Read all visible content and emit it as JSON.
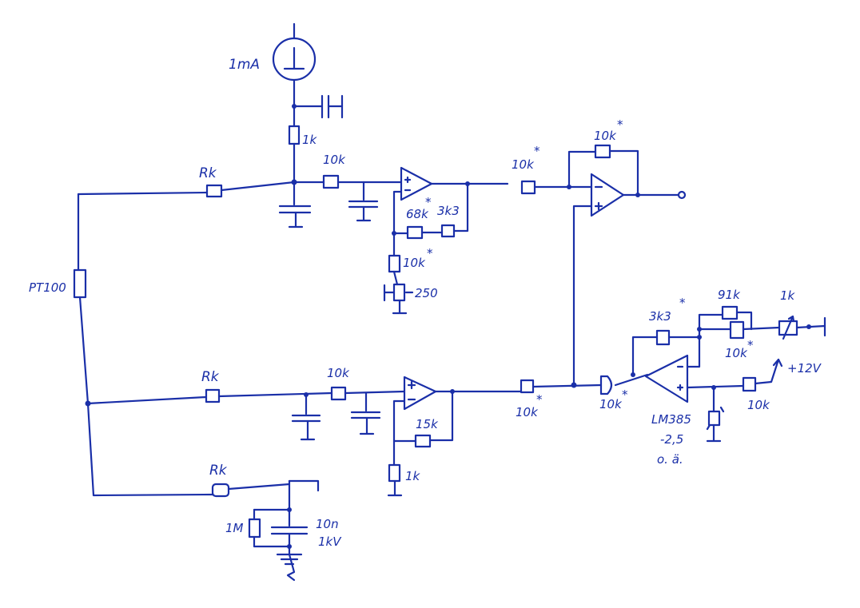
{
  "ink_color": "#1a2fa8",
  "labels": {
    "current_source": "1mA",
    "r_source": "1k",
    "rk_top": "Rk",
    "r_in_top": "10k",
    "r_fb_top_a": "68k",
    "star_top_a": "*",
    "r_fb_top_b": "3k3",
    "r_gain_top": "10k",
    "star_gain_top": "*",
    "trimmer_top": "250",
    "r_out_top": "10k",
    "star_out_top": "*",
    "r_fb_diff": "10k",
    "star_fb_diff": "*",
    "pt100": "PT100",
    "rk_mid": "Rk",
    "r_in_mid": "10k",
    "r_fb_mid": "15k",
    "r_gain_mid": "1k",
    "r_out_mid": "10k",
    "star_out_mid": "*",
    "r_plus_diff": "10k",
    "star_plus_diff": "*",
    "r_3k3_offset": "3k3",
    "star_3k3_offset": "*",
    "r_91k": "91k",
    "r_1k_trim": "1k",
    "r_10k_offset": "10k",
    "star_10k_offset": "*",
    "supply": "+12V",
    "r_10k_ref": "10k",
    "ref_part": "LM385",
    "ref_voltage": "-2,5",
    "ref_note": "o. ä.",
    "rk_bot": "Rk",
    "r_1M": "1M",
    "c_10n": "10n",
    "c_1kV": "1kV"
  }
}
